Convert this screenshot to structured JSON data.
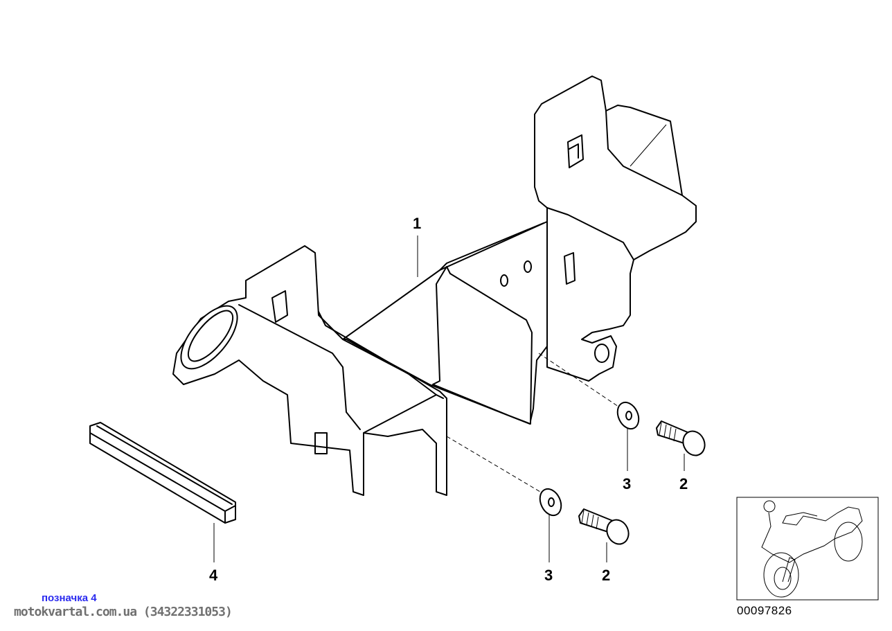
{
  "diagram": {
    "callouts": [
      {
        "id": "1",
        "label": "1"
      },
      {
        "id": "2a",
        "label": "2"
      },
      {
        "id": "3a",
        "label": "3"
      },
      {
        "id": "3b",
        "label": "3"
      },
      {
        "id": "2b",
        "label": "2"
      },
      {
        "id": "4",
        "label": "4"
      }
    ],
    "thumbnail_code": "00097826"
  },
  "watermark": {
    "line1": "позначка 4",
    "line2": "motokvartal.com.ua (34322331053)"
  }
}
